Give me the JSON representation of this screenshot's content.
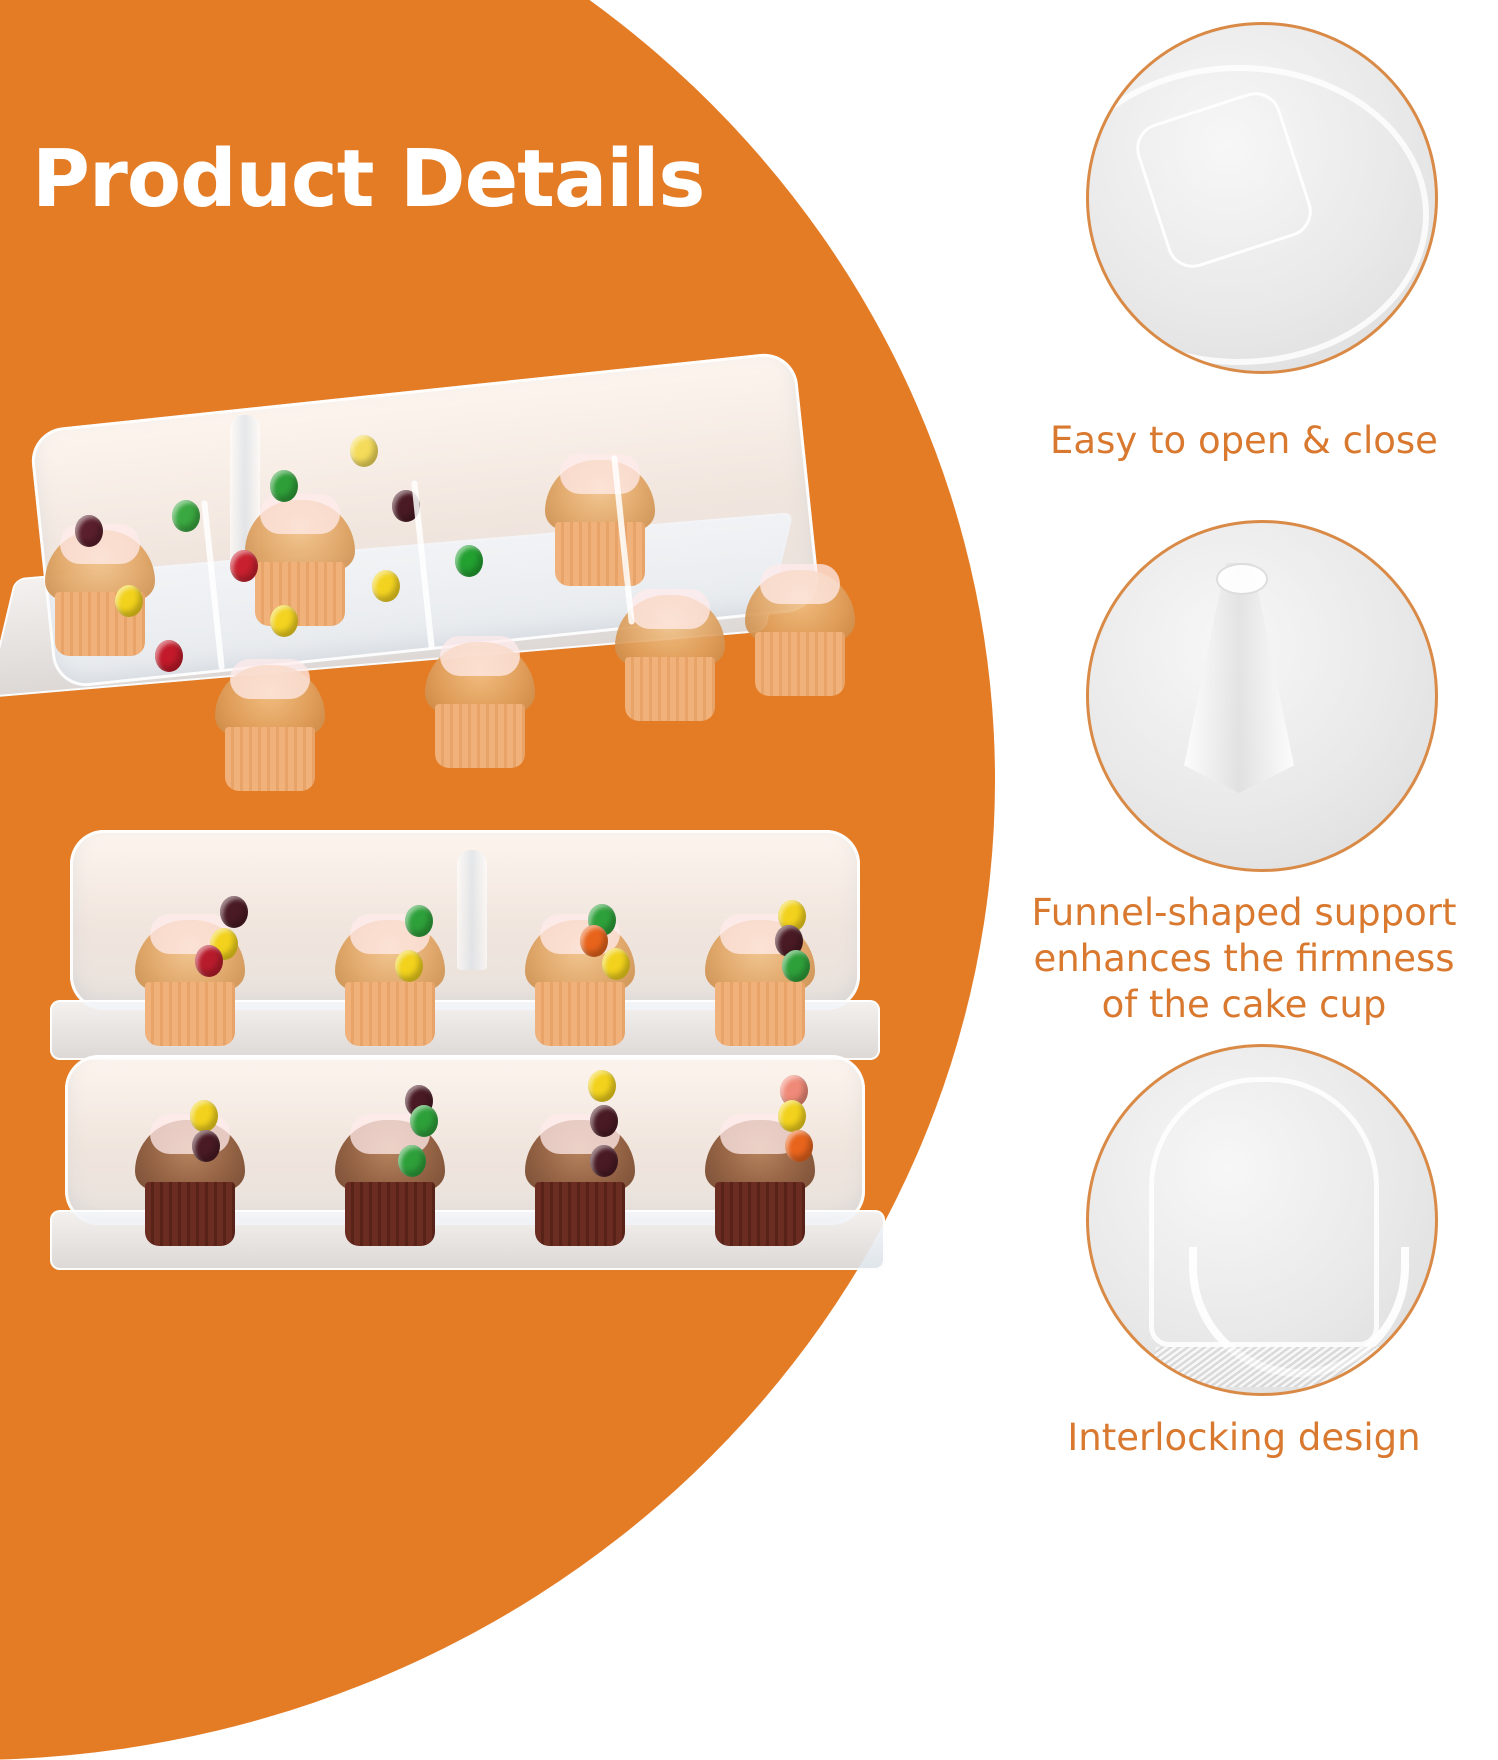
{
  "banner": {
    "title": "Product Details",
    "background_color": "#E47C26",
    "title_color": "#FFFFFF"
  },
  "products": [
    {
      "name": "open-container",
      "description": "Clear 12-compartment cupcake container with hinged lid, angled view, filled with vanilla cupcakes topped with colored candies"
    },
    {
      "name": "stacked-containers",
      "description": "Two closed clear 12-compartment cupcake containers stacked; top holds vanilla cupcakes, bottom holds chocolate cupcakes"
    }
  ],
  "features": [
    {
      "label_lines": [
        "Easy to open & close"
      ],
      "image": "lid-latch-closeup"
    },
    {
      "label_lines": [
        "Funnel-shaped support",
        "enhances the firmness",
        "of the cake cup"
      ],
      "image": "funnel-support-closeup"
    },
    {
      "label_lines": [
        "Interlocking design"
      ],
      "image": "interlocking-lid-closeup"
    }
  ],
  "colors": {
    "accent": "#E47C26",
    "feature_text": "#D9792F",
    "circle_border": "#D98A46"
  }
}
